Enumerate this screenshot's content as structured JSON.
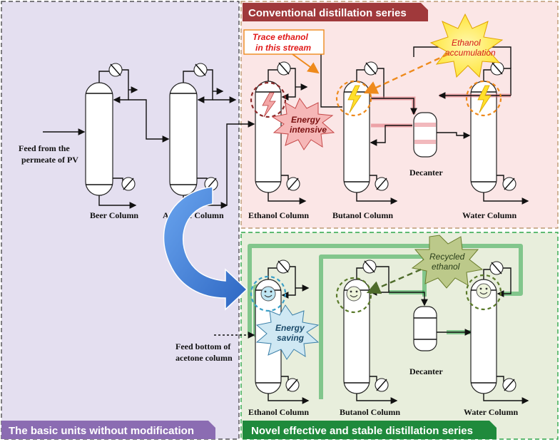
{
  "panels": {
    "left_title": "The basic units without modification",
    "top_title": "Conventional distillation series",
    "bottom_title": "Novel effective and stable distillation series"
  },
  "labels": {
    "feed_pv": [
      "Feed from the",
      "permeate of PV"
    ],
    "feed_bottom": [
      "Feed bottom of",
      "acetone column"
    ],
    "beer": "Beer Column",
    "acetone": "Acetone Column",
    "ethanol_top": "Ethanol Column",
    "butanol_top": "Butanol Column",
    "water_top": "Water Column",
    "decanter_top": "Decanter",
    "ethanol_bottom": "Ethanol Column",
    "butanol_bottom": "Butanol Column",
    "water_bottom": "Water Column",
    "decanter_bottom": "Decanter"
  },
  "callouts": {
    "trace": [
      "Trace ethanol",
      "in this stream"
    ],
    "accumulation": [
      "Ethanol",
      "accumulation"
    ],
    "energy_intensive": [
      "Energy",
      "intensive"
    ],
    "recycled": [
      "Recycled",
      "ethanol"
    ],
    "energy_saving": [
      "Energy",
      "saving"
    ]
  },
  "colors": {
    "left_panel": "#e4dff0",
    "top_panel": "#fbe6e6",
    "bottom_panel": "#e8eedc",
    "top_title_bg": "#a0393b",
    "bottom_title_bg": "#1f8a3c",
    "left_title_bg": "#8b6cb2",
    "arrow_blue": "#3d7fd6"
  }
}
